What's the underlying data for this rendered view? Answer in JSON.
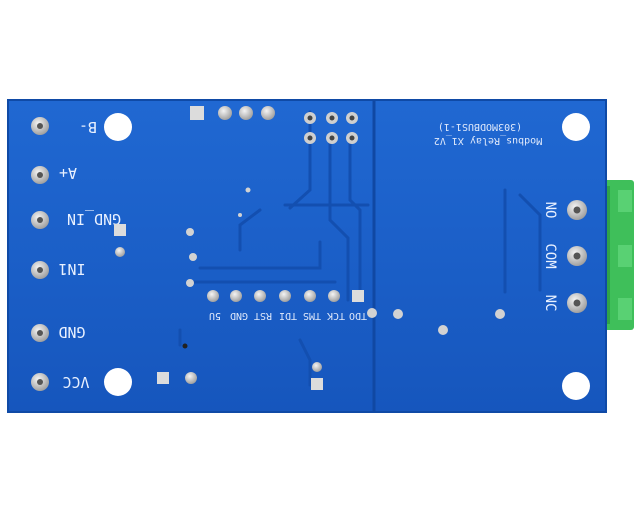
{
  "board": {
    "colors": {
      "background": "#ffffff",
      "pcb": "#1a5fc7",
      "trace": "#1450b0",
      "pad": "#d8d8d8",
      "silkscreen": "#e9f1ff",
      "terminal": "#3fbf5a"
    },
    "left_labels": [
      "B-",
      "A+",
      "GND_IN",
      "IN1",
      "GND",
      "VCC"
    ],
    "jtag_labels": [
      "TDO",
      "TCK",
      "TMS",
      "TDI",
      "RST",
      "GND",
      "5U"
    ],
    "model_line1": "Modbus_Relay X1_V2",
    "model_line2": "(303MODBUS1-1)",
    "relay_labels": [
      "NO",
      "COM",
      "NC"
    ]
  }
}
